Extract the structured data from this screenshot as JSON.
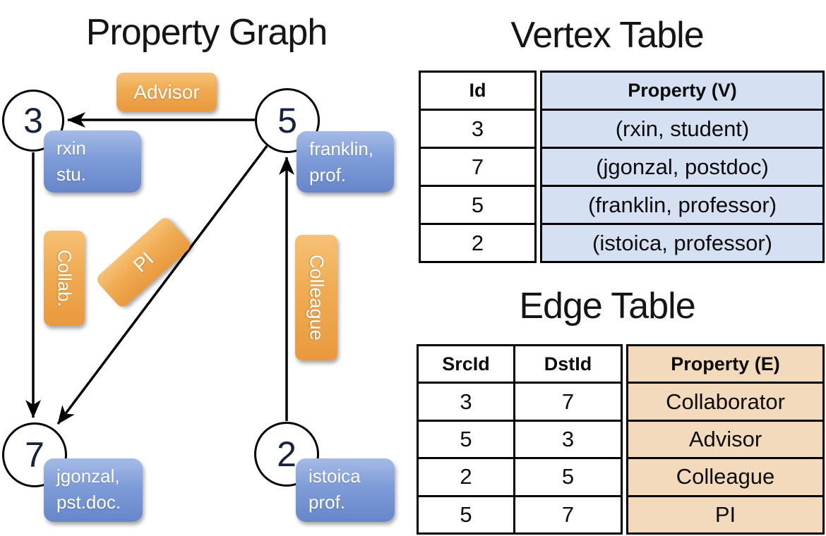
{
  "graph": {
    "title": "Property Graph",
    "nodes": [
      {
        "id": "3",
        "property": [
          "rxin",
          "stu."
        ]
      },
      {
        "id": "5",
        "property": [
          "franklin,",
          "prof."
        ]
      },
      {
        "id": "7",
        "property": [
          "jgonzal,",
          "pst.doc."
        ]
      },
      {
        "id": "2",
        "property": [
          "istoica",
          "prof."
        ]
      }
    ],
    "edges": [
      {
        "from": "5",
        "to": "3",
        "label": "Advisor"
      },
      {
        "from": "3",
        "to": "7",
        "label": "Collab."
      },
      {
        "from": "5",
        "to": "7",
        "label": "PI"
      },
      {
        "from": "2",
        "to": "5",
        "label": "Colleague"
      }
    ]
  },
  "vertex_table": {
    "title": "Vertex Table",
    "columns": [
      "Id",
      "Property (V)"
    ],
    "rows": [
      [
        "3",
        "(rxin, student)"
      ],
      [
        "7",
        "(jgonzal, postdoc)"
      ],
      [
        "5",
        "(franklin, professor)"
      ],
      [
        "2",
        "(istoica, professor)"
      ]
    ]
  },
  "edge_table": {
    "title": "Edge Table",
    "columns": [
      "SrcId",
      "DstId",
      "Property (E)"
    ],
    "rows": [
      [
        "3",
        "7",
        "Collaborator"
      ],
      [
        "5",
        "3",
        "Advisor"
      ],
      [
        "2",
        "5",
        "Colleague"
      ],
      [
        "5",
        "7",
        "PI"
      ]
    ]
  },
  "colors": {
    "edge_label_orange": "#ED9D42",
    "vertex_property_blue": "#7E9CD8",
    "vertex_table_fill": "#D6E0F3",
    "edge_table_fill": "#F4DABC",
    "stroke_black": "#000000",
    "background": "#FFFFFF"
  }
}
